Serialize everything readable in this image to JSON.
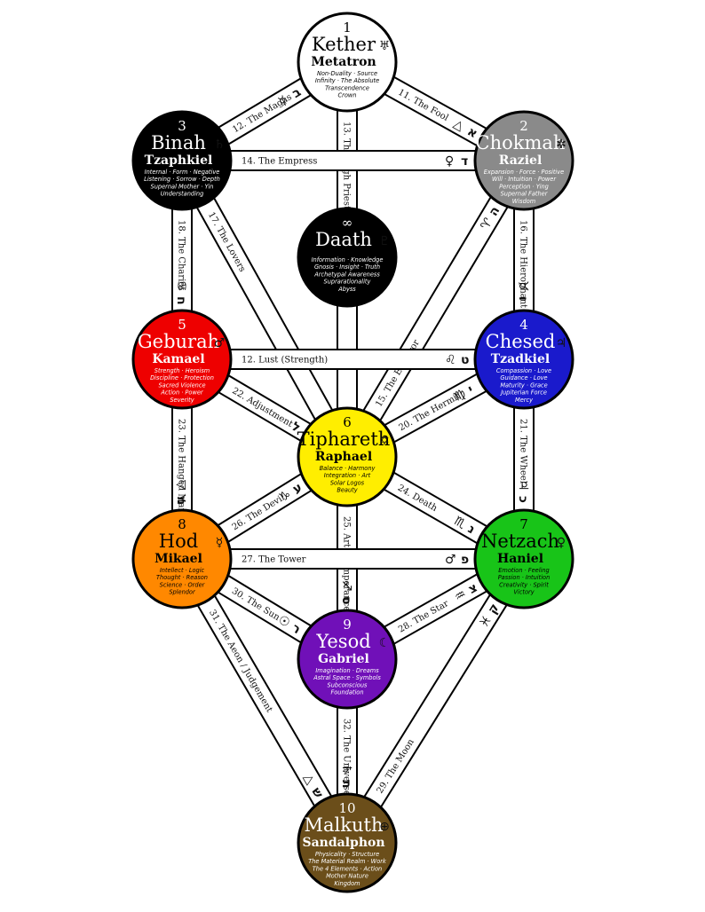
{
  "sephiroth": [
    {
      "id": "kether",
      "num": "1",
      "name": "Kether",
      "angel": "Metatron",
      "planet": "♅",
      "fill": "#ffffff",
      "text": "#000000",
      "attrs": [
        "Non-Duality · Source",
        "Infinity · The Absolute",
        "Transcendence",
        "Crown"
      ]
    },
    {
      "id": "chokmah",
      "num": "2",
      "name": "Chokmah",
      "angel": "Raziel",
      "planet": "✲",
      "fill": "#8a8a8a",
      "text": "#ffffff",
      "attrs": [
        "Expansion · Force · Positive",
        "Will · Intuition · Power",
        "Perception · Ying",
        "Supernal Father",
        "Wisdom"
      ]
    },
    {
      "id": "binah",
      "num": "3",
      "name": "Binah",
      "angel": "Tzaphkiel",
      "planet": "♄",
      "fill": "#000000",
      "text": "#ffffff",
      "attrs": [
        "Internal · Form · Negative",
        "Listening · Sorrow · Depth",
        "Supernal Mother · Yin",
        "Understanding"
      ]
    },
    {
      "id": "daath",
      "num": "∞",
      "name": "Daath",
      "angel": "",
      "planet": "♇",
      "fill": "#000000",
      "text": "#ffffff",
      "attrs": [
        "Information · Knowledge",
        "Gnosis · Insight · Truth",
        "Archetypal Awareness",
        "Suprarationality",
        "Abyss"
      ]
    },
    {
      "id": "chesed",
      "num": "4",
      "name": "Chesed",
      "angel": "Tzadkiel",
      "planet": "♃",
      "fill": "#1a1acc",
      "text": "#ffffff",
      "attrs": [
        "Compassion · Love",
        "Guidance · Love",
        "Maturity · Grace",
        "Jupiterian Force",
        "Mercy"
      ]
    },
    {
      "id": "geburah",
      "num": "5",
      "name": "Geburah",
      "angel": "Kamael",
      "planet": "♂",
      "fill": "#ee0000",
      "text": "#ffffff",
      "attrs": [
        "Strength · Heroism",
        "Discipline · Protection",
        "Sacred Violence",
        "Action · Power",
        "Severity"
      ]
    },
    {
      "id": "tiphareth",
      "num": "6",
      "name": "Tiphareth",
      "angel": "Raphael",
      "planet": "✡",
      "fill": "#ffee00",
      "text": "#000000",
      "attrs": [
        "Balance · Harmony",
        "Integration · Art",
        "Solar Logos",
        "Beauty"
      ]
    },
    {
      "id": "netzach",
      "num": "7",
      "name": "Netzach",
      "angel": "Haniel",
      "planet": "♀",
      "fill": "#18c418",
      "text": "#000000",
      "attrs": [
        "Emotion · Feeling",
        "Passion · Intuition",
        "Creativity · Spirit",
        "Victory"
      ]
    },
    {
      "id": "hod",
      "num": "8",
      "name": "Hod",
      "angel": "Mikael",
      "planet": "☿",
      "fill": "#ff8800",
      "text": "#000000",
      "attrs": [
        "Intellect · Logic",
        "Thought · Reason",
        "Science · Order",
        "Splendor"
      ]
    },
    {
      "id": "yesod",
      "num": "9",
      "name": "Yesod",
      "angel": "Gabriel",
      "planet": "☾",
      "fill": "#7010b8",
      "text": "#ffffff",
      "attrs": [
        "Imagination · Dreams",
        "Astral Space · Symbols",
        "Subconscious",
        "Foundation"
      ]
    },
    {
      "id": "malkuth",
      "num": "10",
      "name": "Malkuth",
      "angel": "Sandalphon",
      "planet": "⊕",
      "fill": "#6b4e1a",
      "text": "#ffffff",
      "attrs": [
        "Physicality · Structure",
        "The Material Realm · Work",
        "The 4 Elements · Action",
        "Mother Nature",
        "Kingdom"
      ]
    }
  ],
  "paths": [
    {
      "id": "p11",
      "from": "kether",
      "to": "chokmah",
      "label": "11. The Fool",
      "symbol": "△",
      "letter": "א"
    },
    {
      "id": "p12",
      "from": "kether",
      "to": "binah",
      "label": "12. The Magus",
      "symbol": "☿",
      "letter": "ב"
    },
    {
      "id": "p13",
      "from": "kether",
      "to": "tiphareth",
      "label": "13. The High Priestess",
      "symbol": "",
      "letter": ""
    },
    {
      "id": "p14",
      "from": "chokmah",
      "to": "binah",
      "label": "14. The Empress",
      "symbol": "♀",
      "letter": "ד"
    },
    {
      "id": "p15",
      "from": "chokmah",
      "to": "tiphareth",
      "label": "15. The Emperor",
      "symbol": "♈",
      "letter": "ה"
    },
    {
      "id": "p16",
      "from": "chokmah",
      "to": "chesed",
      "label": "16. The Hierophant",
      "symbol": "♉",
      "letter": "ו"
    },
    {
      "id": "p17",
      "from": "binah",
      "to": "tiphareth",
      "label": "17. The Lovers",
      "symbol": "",
      "letter": ""
    },
    {
      "id": "p18",
      "from": "binah",
      "to": "geburah",
      "label": "18. The Chariot",
      "symbol": "♋",
      "letter": "ח"
    },
    {
      "id": "p19",
      "from": "chesed",
      "to": "geburah",
      "label": "12. Lust (Strength)",
      "symbol": "♌",
      "letter": "ט"
    },
    {
      "id": "p20",
      "from": "chesed",
      "to": "tiphareth",
      "label": "20. The Hermit",
      "symbol": "♍",
      "letter": "י"
    },
    {
      "id": "p21",
      "from": "chesed",
      "to": "netzach",
      "label": "21. The Wheel",
      "symbol": "♃",
      "letter": "כ"
    },
    {
      "id": "p22",
      "from": "geburah",
      "to": "tiphareth",
      "label": "22. Adjustment",
      "symbol": "",
      "letter": "ל"
    },
    {
      "id": "p23",
      "from": "geburah",
      "to": "hod",
      "label": "23. The Hanged Man",
      "symbol": "▽",
      "letter": "מ"
    },
    {
      "id": "p24",
      "from": "tiphareth",
      "to": "netzach",
      "label": "24. Death",
      "symbol": "♏",
      "letter": "נ"
    },
    {
      "id": "p25",
      "from": "tiphareth",
      "to": "yesod",
      "label": "25. Art / Temperance",
      "symbol": "♐",
      "letter": "ס"
    },
    {
      "id": "p26",
      "from": "tiphareth",
      "to": "hod",
      "label": "26. The Devil",
      "symbol": "♑",
      "letter": "ע"
    },
    {
      "id": "p27",
      "from": "netzach",
      "to": "hod",
      "label": "27. The Tower",
      "symbol": "♂",
      "letter": "פ"
    },
    {
      "id": "p28",
      "from": "netzach",
      "to": "yesod",
      "label": "28. The Star",
      "symbol": "♒",
      "letter": "צ"
    },
    {
      "id": "p29",
      "from": "netzach",
      "to": "malkuth",
      "label": "29. The Moon",
      "symbol": "♓",
      "letter": "ק"
    },
    {
      "id": "p30",
      "from": "hod",
      "to": "yesod",
      "label": "30. The Sun",
      "symbol": "☉",
      "letter": "ר"
    },
    {
      "id": "p31",
      "from": "hod",
      "to": "malkuth",
      "label": "31. The Aeon / Judgement",
      "symbol": "△",
      "letter": "ש"
    },
    {
      "id": "p32",
      "from": "yesod",
      "to": "malkuth",
      "label": "32. The Universe",
      "symbol": "♄",
      "letter": "ת"
    }
  ]
}
